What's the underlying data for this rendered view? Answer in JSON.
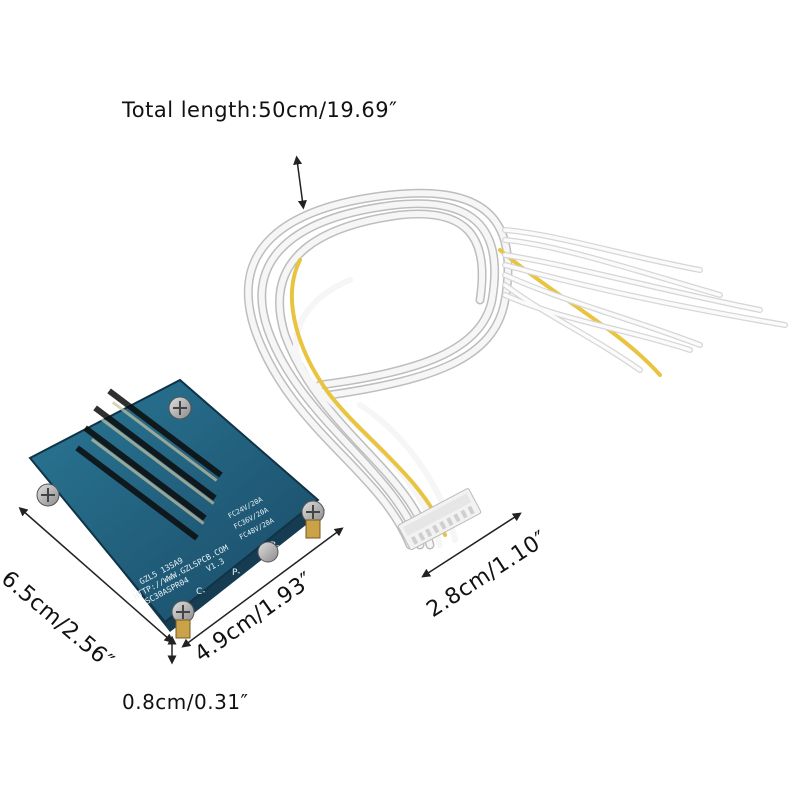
{
  "labels": {
    "total_length": "Total length:50cm/19.69″",
    "board_height": "6.5cm/2.56″",
    "board_width": "4.9cm/1.93″",
    "board_thickness": "0.8cm/0.31″",
    "connector_width": "2.8cm/1.10″"
  },
  "pcb": {
    "model": "GZL5 13SA9",
    "url": "HTTP://WWW.GZLSPCB.COM",
    "code": "SC30ASPR04",
    "version": "V1.3",
    "spec_1": "FC24V/20A",
    "spec_2": "FC36V/20A",
    "spec_3": "FC48V/20A",
    "pad_c": "C-",
    "pad_p": "P-",
    "pad_b": "B-"
  },
  "colors": {
    "pcb": "#1f5a78",
    "wire": "#f4f4f4",
    "wire_yellow": "#e8c440",
    "connector": "#f2f2f2"
  }
}
